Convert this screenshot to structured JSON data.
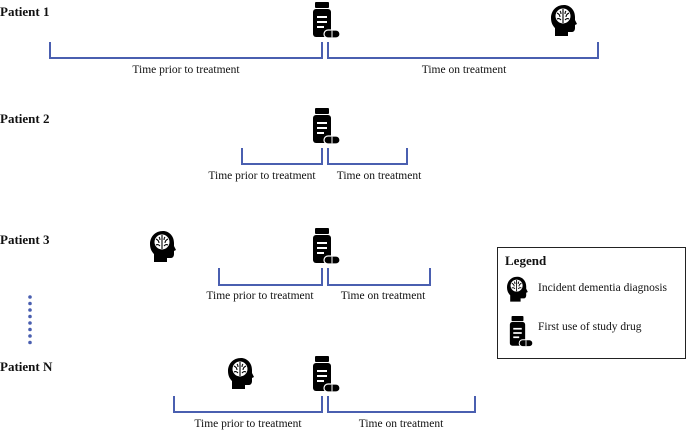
{
  "patients": [
    {
      "label": "Patient 1",
      "prior_label": "Time prior to treatment",
      "on_label": "Time on treatment"
    },
    {
      "label": "Patient 2",
      "prior_label": "Time prior to treatment",
      "on_label": "Time on treatment"
    },
    {
      "label": "Patient 3",
      "prior_label": "Time prior to treatment",
      "on_label": "Time on treatment"
    },
    {
      "label": "Patient N",
      "prior_label": "Time prior to treatment",
      "on_label": "Time on treatment"
    }
  ],
  "legend": {
    "title": "Legend",
    "dementia_label": "Incident dementia diagnosis",
    "drug_label": "First use of study drug"
  },
  "colors": {
    "bracket": "#4a5fb0",
    "dots": "#4a5fb0",
    "icon": "#000000"
  },
  "icons": {
    "dementia": "brain-head-icon",
    "drug": "pill-bottle-icon"
  }
}
